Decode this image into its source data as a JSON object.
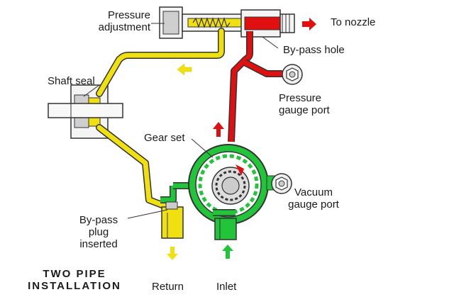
{
  "labels": {
    "pressure_adjustment": [
      "Pressure",
      "adjustment"
    ],
    "to_nozzle": "To nozzle",
    "bypass_hole": "By-pass  hole",
    "shaft_seal": "Shaft seal",
    "pressure_gauge_port": [
      "Pressure",
      "gauge port"
    ],
    "gear_set": "Gear set",
    "vacuum_gauge_port": [
      "Vacuum",
      "gauge port"
    ],
    "bypass_plug": [
      "By-pass",
      "plug",
      "inserted"
    ],
    "two_pipe_installation": [
      "TWO  PIPE",
      "INSTALLATION"
    ],
    "return": "Return",
    "inlet": "Inlet"
  },
  "colors": {
    "pressure_oil": "#e01010",
    "return_oil": "#f0e010",
    "inlet_oil": "#22c43a",
    "outline": "#333333"
  }
}
